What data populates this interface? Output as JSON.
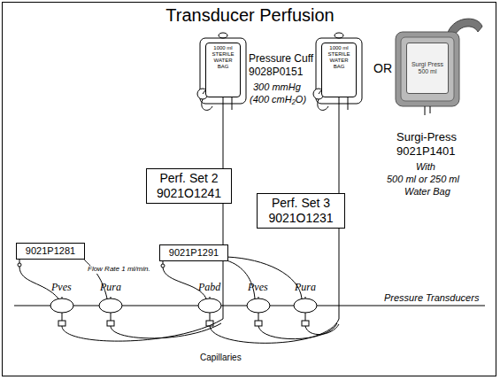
{
  "diagram": {
    "title": "Transducer Perfusion",
    "nodes": [
      {
        "text": [
          "1000 ml",
          "STERILE WATER BAG"
        ]
      },
      {
        "text": [
          "1000 ml",
          "STERILE WATER BAG"
        ]
      },
      {
        "text": [
          "Surgi Press",
          "500 ml"
        ]
      },
      {
        "text": [
          "Perf. Set 2",
          "9021O1241"
        ]
      },
      {
        "text": [
          "Perf. Set 3",
          "9021O1231"
        ]
      },
      {
        "text": [
          "9021P1281"
        ]
      },
      {
        "text": [
          "9021P1291"
        ]
      }
    ],
    "edges": [
      {
        "from": 0,
        "to": 3,
        "arrow": "none"
      },
      {
        "from": 1,
        "to": 4,
        "arrow": "none"
      }
    ],
    "labels": [
      "Pressure Cuff",
      "9028P0151",
      "300 mmHg",
      "(400 cmH₂O)",
      "OR",
      "Surgi-Press",
      "9021P1401",
      "With",
      "500 ml or 250 ml",
      "Water Bag",
      "Flow Rate  1 ml/min.",
      "Pves",
      "Pura",
      "Pabd",
      "Pves",
      "Pura",
      "Pressure Transducers",
      "Capillaries"
    ]
  }
}
